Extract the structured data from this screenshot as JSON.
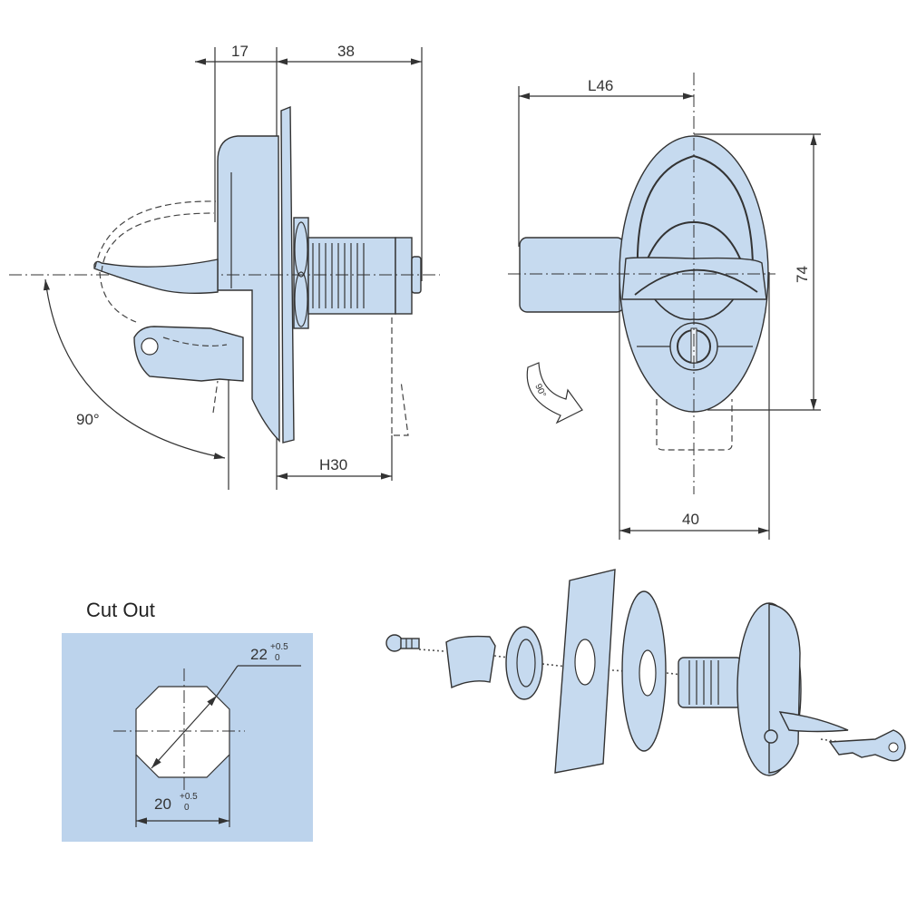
{
  "colors": {
    "part_fill": "#c6daef",
    "cutout_bg": "#bcd3ec",
    "line": "#333333"
  },
  "side_view": {
    "dim_front": "17",
    "dim_back": "38",
    "dim_h": "H30",
    "angle": "90°"
  },
  "front_view": {
    "dim_length": "L46",
    "dim_height": "74",
    "dim_width": "40",
    "rotation_label": "90°"
  },
  "cut_out": {
    "title": "Cut Out",
    "diagonal_value": "22",
    "diagonal_tol_upper": "+0.5",
    "diagonal_tol_lower": "0",
    "width_value": "20",
    "width_tol_upper": "+0.5",
    "width_tol_lower": "0"
  },
  "exploded_view": {
    "parts": [
      "screw",
      "cam",
      "hex-nut",
      "panel",
      "gasket",
      "lock-body",
      "key"
    ]
  }
}
